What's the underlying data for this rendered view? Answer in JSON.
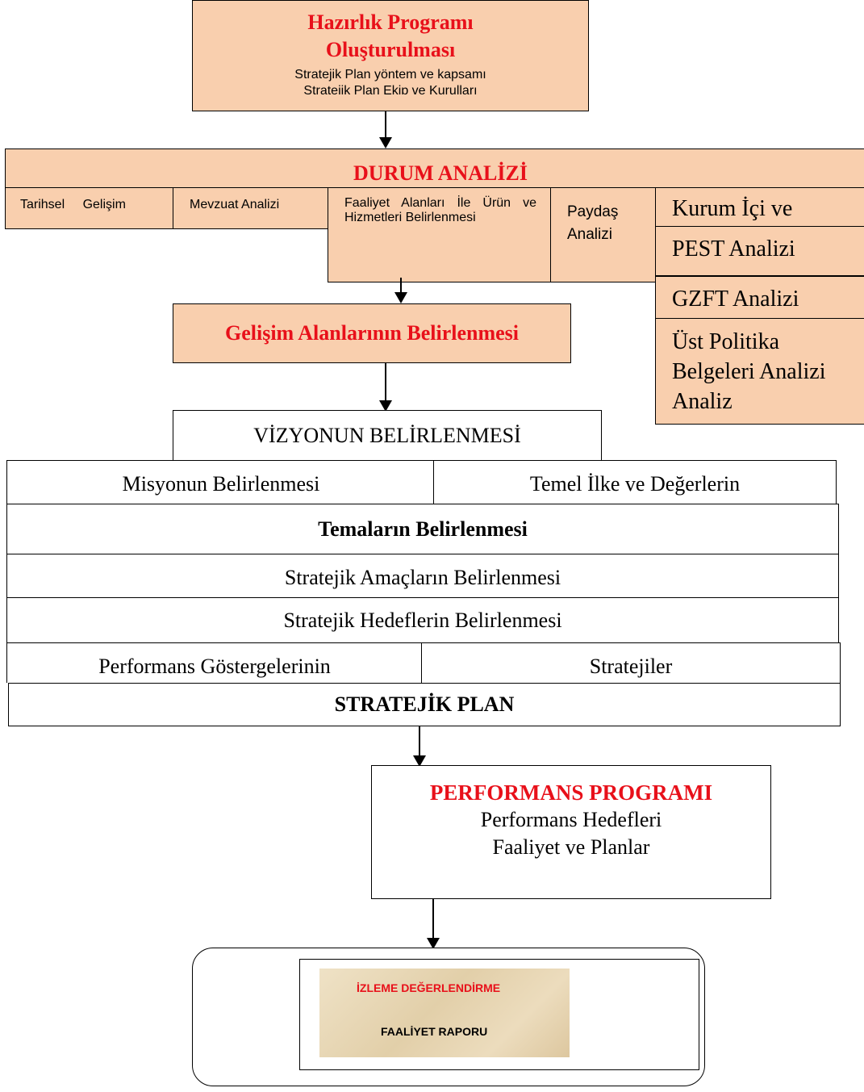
{
  "hazirlik": {
    "title_line1": "Hazırlık Programı",
    "title_line2": "Oluşturulması",
    "item1": "Stratejik Plan yöntem ve kapsamı",
    "item2": "Stratejik Plan Ekip ve Kurulları"
  },
  "durum": {
    "title": "DURUM ANALİZİ",
    "tarihsel": "Tarihsel Gelişim",
    "mevzuat": "Mevzuat Analizi",
    "faaliyet": "Faaliyet Alanları İle Ürün ve Hizmetleri Belirlenmesi",
    "paydas_line1": "Paydaş",
    "paydas_line2": "Analizi",
    "kurum": "Kurum İçi ve",
    "pest": "PEST Analizi",
    "gzft": "GZFT Analizi",
    "ust_line1": "Üst Politika",
    "ust_line2": "Belgeleri Analizi",
    "ust_line3": "Analiz"
  },
  "gelisim": "Gelişim Alanlarının Belirlenmesi",
  "vizyon": "VİZYONUN BELİRLENMESİ",
  "misyon": "Misyonun Belirlenmesi",
  "temel": "Temel İlke ve Değerlerin",
  "temalar": "Temaların Belirlenmesi",
  "amaclar": "Stratejik Amaçların Belirlenmesi",
  "hedefler": "Stratejik Hedeflerin Belirlenmesi",
  "performans_gosterge": "Performans Göstergelerinin",
  "stratejiler": "Stratejiler",
  "stratejik_plan": "STRATEJİK PLAN",
  "performans_programi": {
    "title": "PERFORMANS PROGRAMI",
    "line1": "Performans Hedefleri",
    "line2": "Faaliyet ve Planlar"
  },
  "izleme": {
    "title": "İZLEME DEĞERLENDİRME",
    "subtitle": "FAALİYET RAPORU"
  },
  "colors": {
    "peach": "#f9cfae",
    "red": "#e8101a",
    "parchment": "#e7d6b6"
  }
}
